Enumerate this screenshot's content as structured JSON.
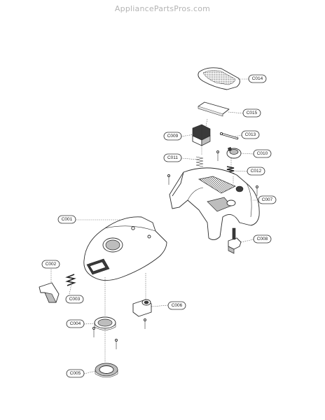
{
  "watermark": "AppliancePartsPros.com",
  "callouts": [
    {
      "key": "c014",
      "label": "C014"
    },
    {
      "key": "c015",
      "label": "C015"
    },
    {
      "key": "c009",
      "label": "C009"
    },
    {
      "key": "c013",
      "label": "C013"
    },
    {
      "key": "c011",
      "label": "C011"
    },
    {
      "key": "c010",
      "label": "C010"
    },
    {
      "key": "c012",
      "label": "C012"
    },
    {
      "key": "c007",
      "label": "C007"
    },
    {
      "key": "c001",
      "label": "C001"
    },
    {
      "key": "c008",
      "label": "C008"
    },
    {
      "key": "c002",
      "label": "C002"
    },
    {
      "key": "c003",
      "label": "C003"
    },
    {
      "key": "c006",
      "label": "C006"
    },
    {
      "key": "c004",
      "label": "C004"
    },
    {
      "key": "c005",
      "label": "C005"
    }
  ],
  "colors": {
    "ink": "#2a2a2a",
    "watermark": "#b4b4b4",
    "background": "#ffffff"
  }
}
